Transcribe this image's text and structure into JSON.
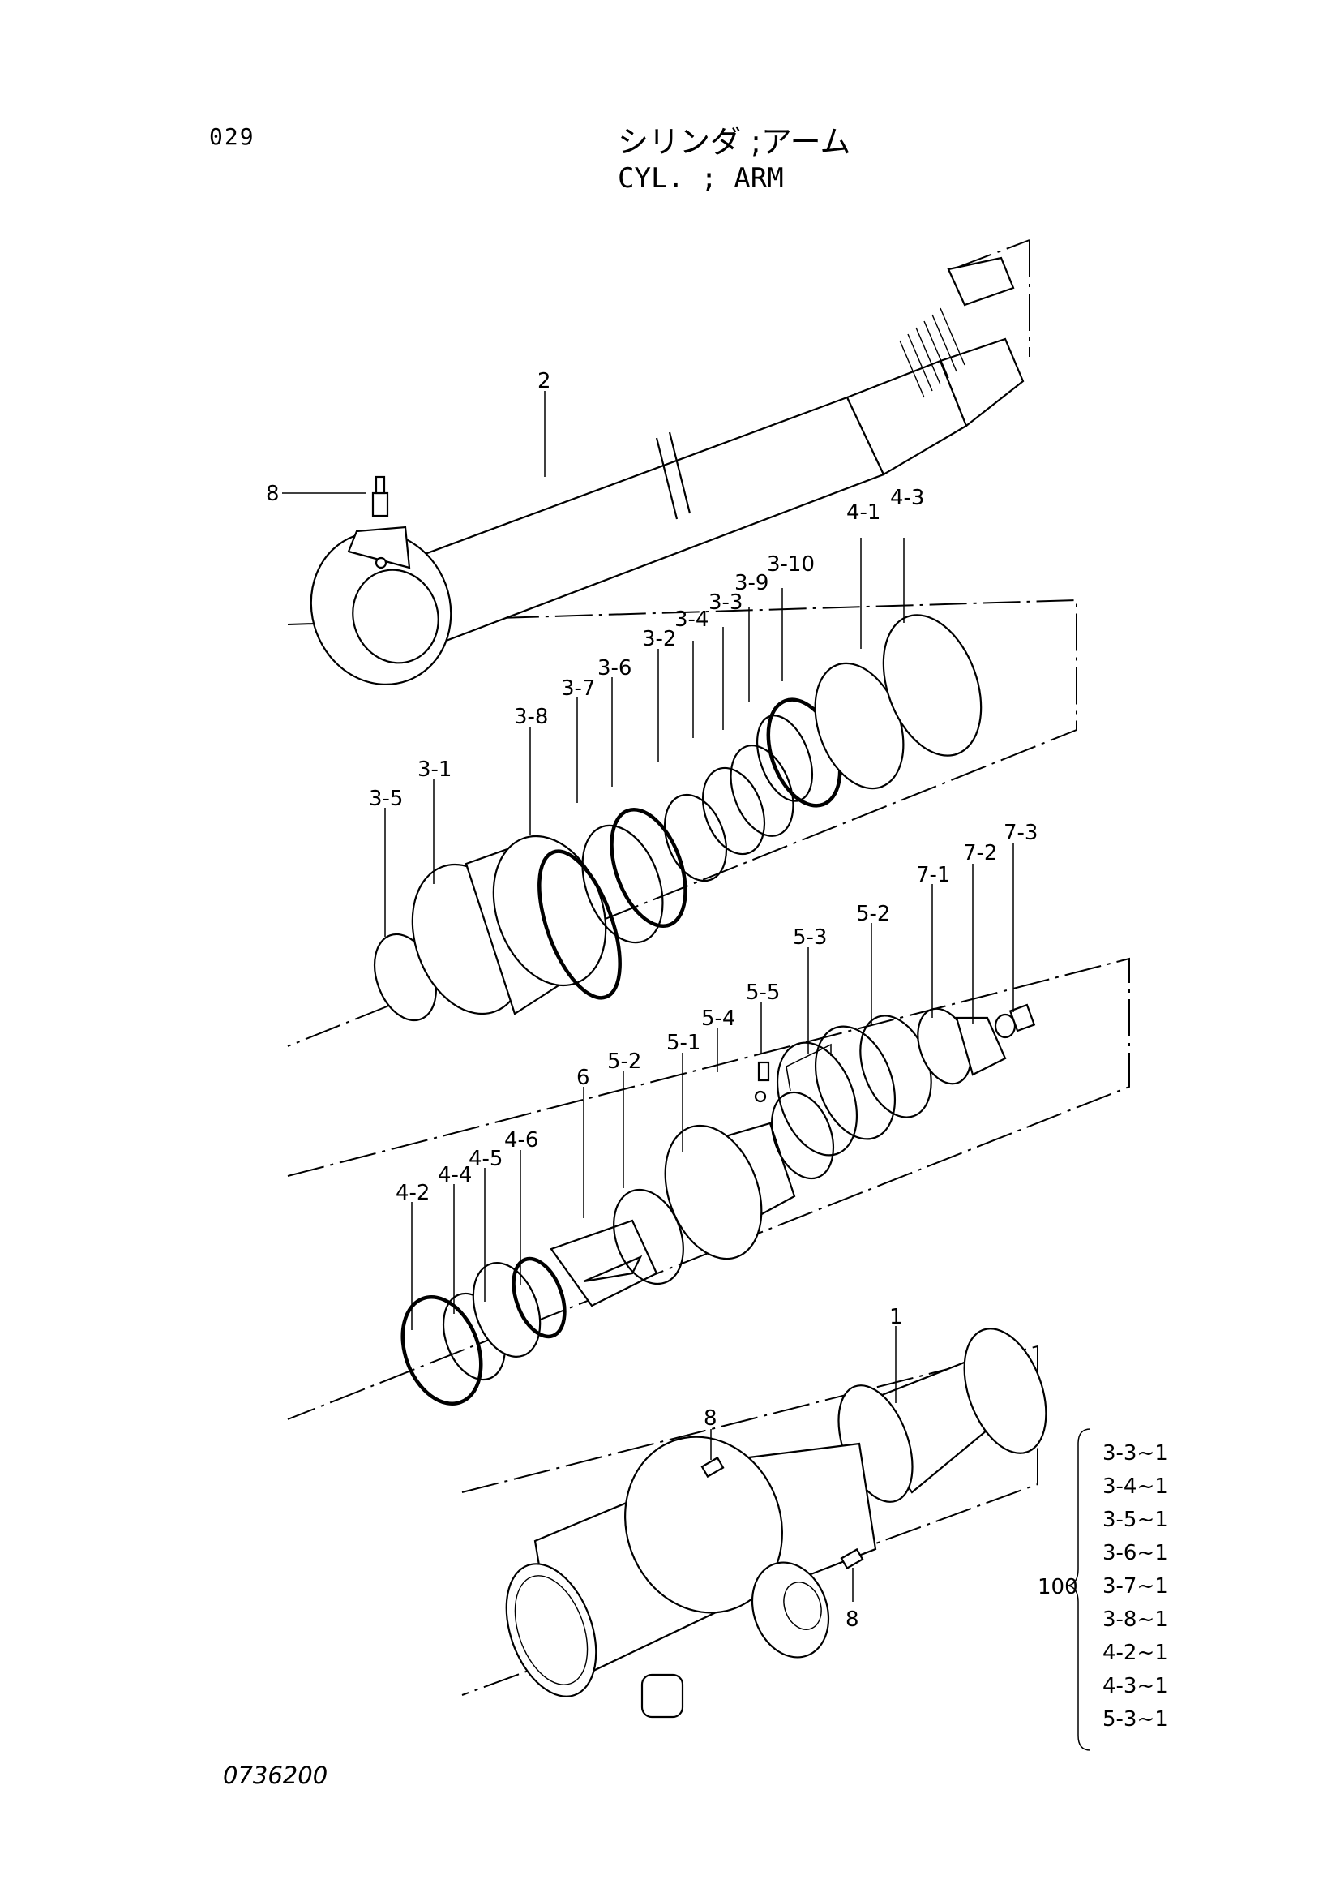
{
  "header": {
    "page_code": "029",
    "title_jp": "シリンダ ;アーム",
    "title_en": "CYL. ; ARM"
  },
  "footer": {
    "doc_number": "0736200"
  },
  "callouts": {
    "c1": "1",
    "c2": "2",
    "c6": "6",
    "c8a": "8",
    "c8b": "8",
    "c8c": "8",
    "c3_1": "3-1",
    "c3_2": "3-2",
    "c3_3": "3-3",
    "c3_4": "3-4",
    "c3_5": "3-5",
    "c3_6": "3-6",
    "c3_7": "3-7",
    "c3_8": "3-8",
    "c3_9": "3-9",
    "c3_10": "3-10",
    "c4_1": "4-1",
    "c4_2": "4-2",
    "c4_3": "4-3",
    "c4_4": "4-4",
    "c4_5": "4-5",
    "c4_6": "4-6",
    "c5_1": "5-1",
    "c5_2a": "5-2",
    "c5_2b": "5-2",
    "c5_3": "5-3",
    "c5_4": "5-4",
    "c5_5": "5-5",
    "c7_1": "7-1",
    "c7_2": "7-2",
    "c7_3": "7-3"
  },
  "kit": {
    "label": "100",
    "items": [
      "3-3~1",
      "3-4~1",
      "3-5~1",
      "3-6~1",
      "3-7~1",
      "3-8~1",
      "4-2~1",
      "4-3~1",
      "5-3~1"
    ]
  }
}
